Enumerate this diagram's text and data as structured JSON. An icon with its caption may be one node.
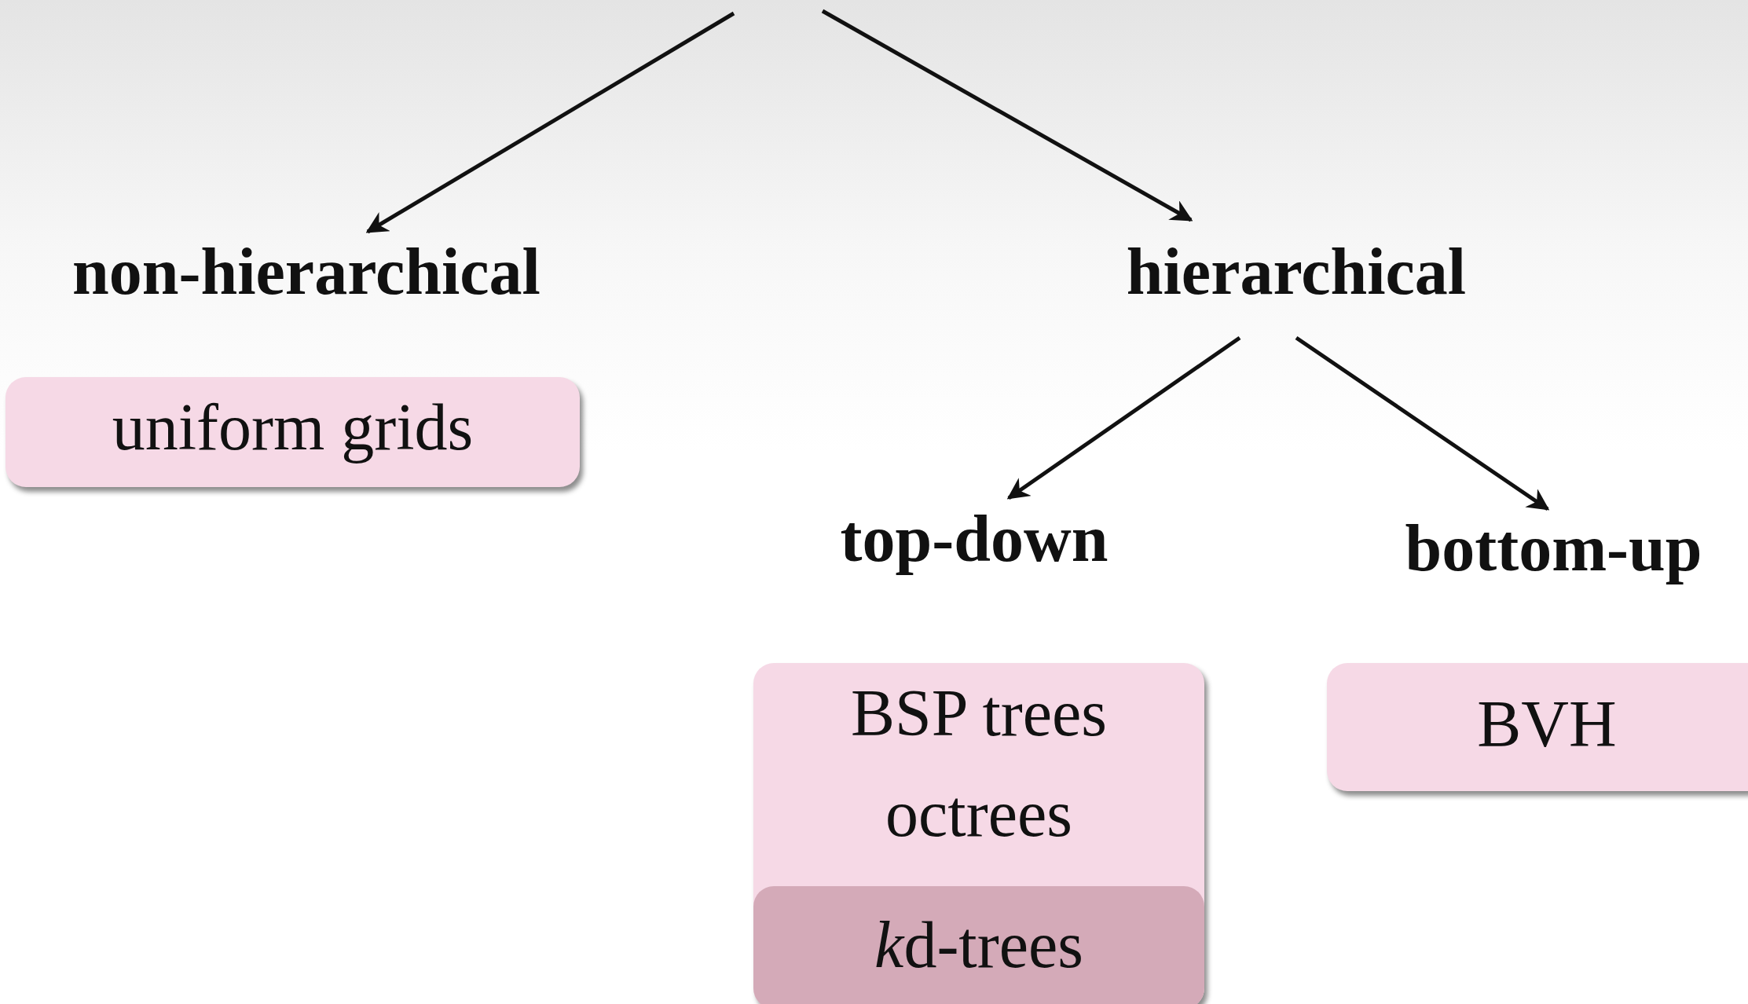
{
  "diagram": {
    "nodes": [
      {
        "text": [
          "non-hierarchical"
        ]
      },
      {
        "text": [
          "uniform grids"
        ]
      },
      {
        "text": [
          "hierarchical"
        ]
      },
      {
        "text": [
          "top-down"
        ]
      },
      {
        "text": [
          "bottom-up"
        ]
      },
      {
        "text": [
          "BSP trees",
          "octrees"
        ]
      },
      {
        "text": [
          "kd-trees"
        ],
        "in": 5
      },
      {
        "text": [
          "BVH"
        ]
      }
    ],
    "edges": [
      {
        "from": null,
        "to": 0,
        "arrow": "to"
      },
      {
        "from": null,
        "to": 2,
        "arrow": "to"
      },
      {
        "from": 2,
        "to": 3,
        "arrow": "to"
      },
      {
        "from": 2,
        "to": 4,
        "arrow": "to"
      }
    ]
  }
}
